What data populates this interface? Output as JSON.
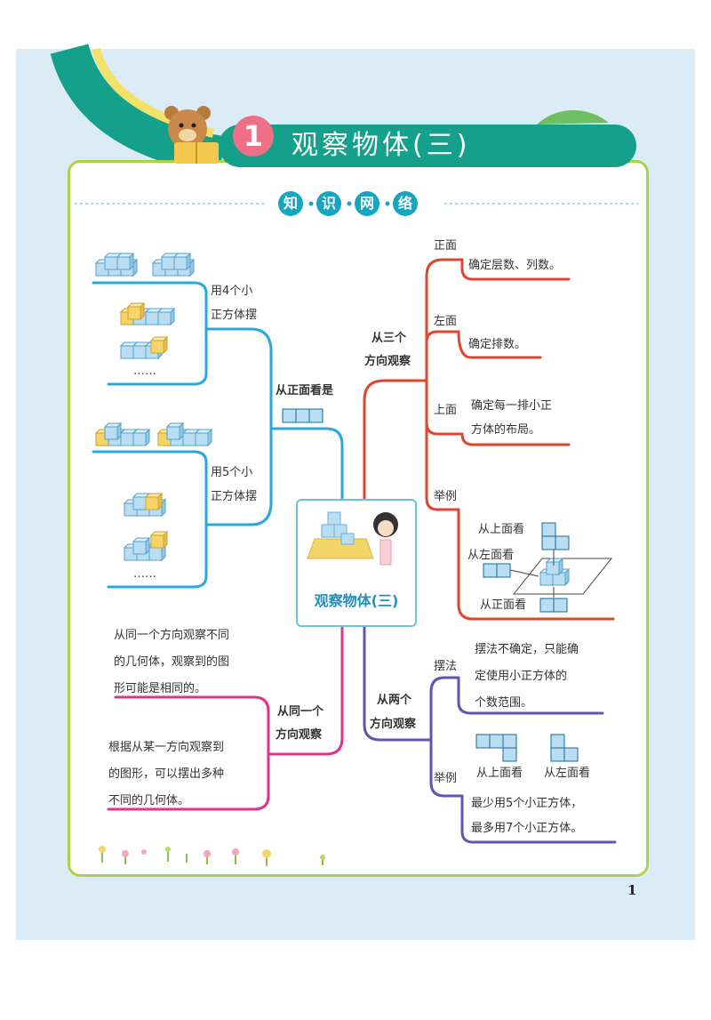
{
  "header": {
    "lesson_number": "1",
    "title": "观察物体(三)",
    "section_chars": [
      "知",
      "识",
      "网",
      "络"
    ]
  },
  "center": {
    "label": "观察物体(三)"
  },
  "left_top": {
    "branch_label": "从正面看是",
    "four_cubes_label_1": "用4个小",
    "four_cubes_label_2": "正方体摆",
    "five_cubes_label_1": "用5个小",
    "five_cubes_label_2": "正方体摆",
    "ellipsis_1": "……",
    "ellipsis_2": "……"
  },
  "left_bottom": {
    "branch_label_1": "从同一个",
    "branch_label_2": "方向观察",
    "note_1": [
      "从同一个方向观察不同",
      "的几何体，观察到的图",
      "形可能是相同的。"
    ],
    "note_2": [
      "根据从某一方向观察到",
      "的图形，可以摆出多种",
      "不同的几何体。"
    ]
  },
  "right_top": {
    "branch_label_1": "从三个",
    "branch_label_2": "方向观察",
    "front_label": "正面",
    "front_desc": "确定层数、列数。",
    "left_label": "左面",
    "left_desc": "确定排数。",
    "top_label": "上面",
    "top_desc_1": "确定每一排小正",
    "top_desc_2": "方体的布局。",
    "example_label": "举例",
    "view_top": "从上面看",
    "view_left": "从左面看",
    "view_front": "从正面看"
  },
  "right_bottom": {
    "branch_label_1": "从两个",
    "branch_label_2": "方向观察",
    "placement_label": "摆法",
    "placement_desc": [
      "摆法不确定，只能确",
      "定使用小正方体的",
      "个数范围。"
    ],
    "example_label": "举例",
    "view_top": "从上面看",
    "view_left": "从左面看",
    "result_1": "最少用5个小正方体，",
    "result_2": "最多用7个小正方体。"
  },
  "page_number": "1",
  "colors": {
    "background": "#dcecf6",
    "card_border": "#a8d44a",
    "title_band": "#14a08a",
    "badge": "#ef6f86",
    "blue_branch": "#29a8e0",
    "red_branch": "#e0452e",
    "pink_branch": "#e0338c",
    "purple_branch": "#6255b0",
    "cube_fill": "#b9def4",
    "cube_yellow": "#f6d566"
  }
}
